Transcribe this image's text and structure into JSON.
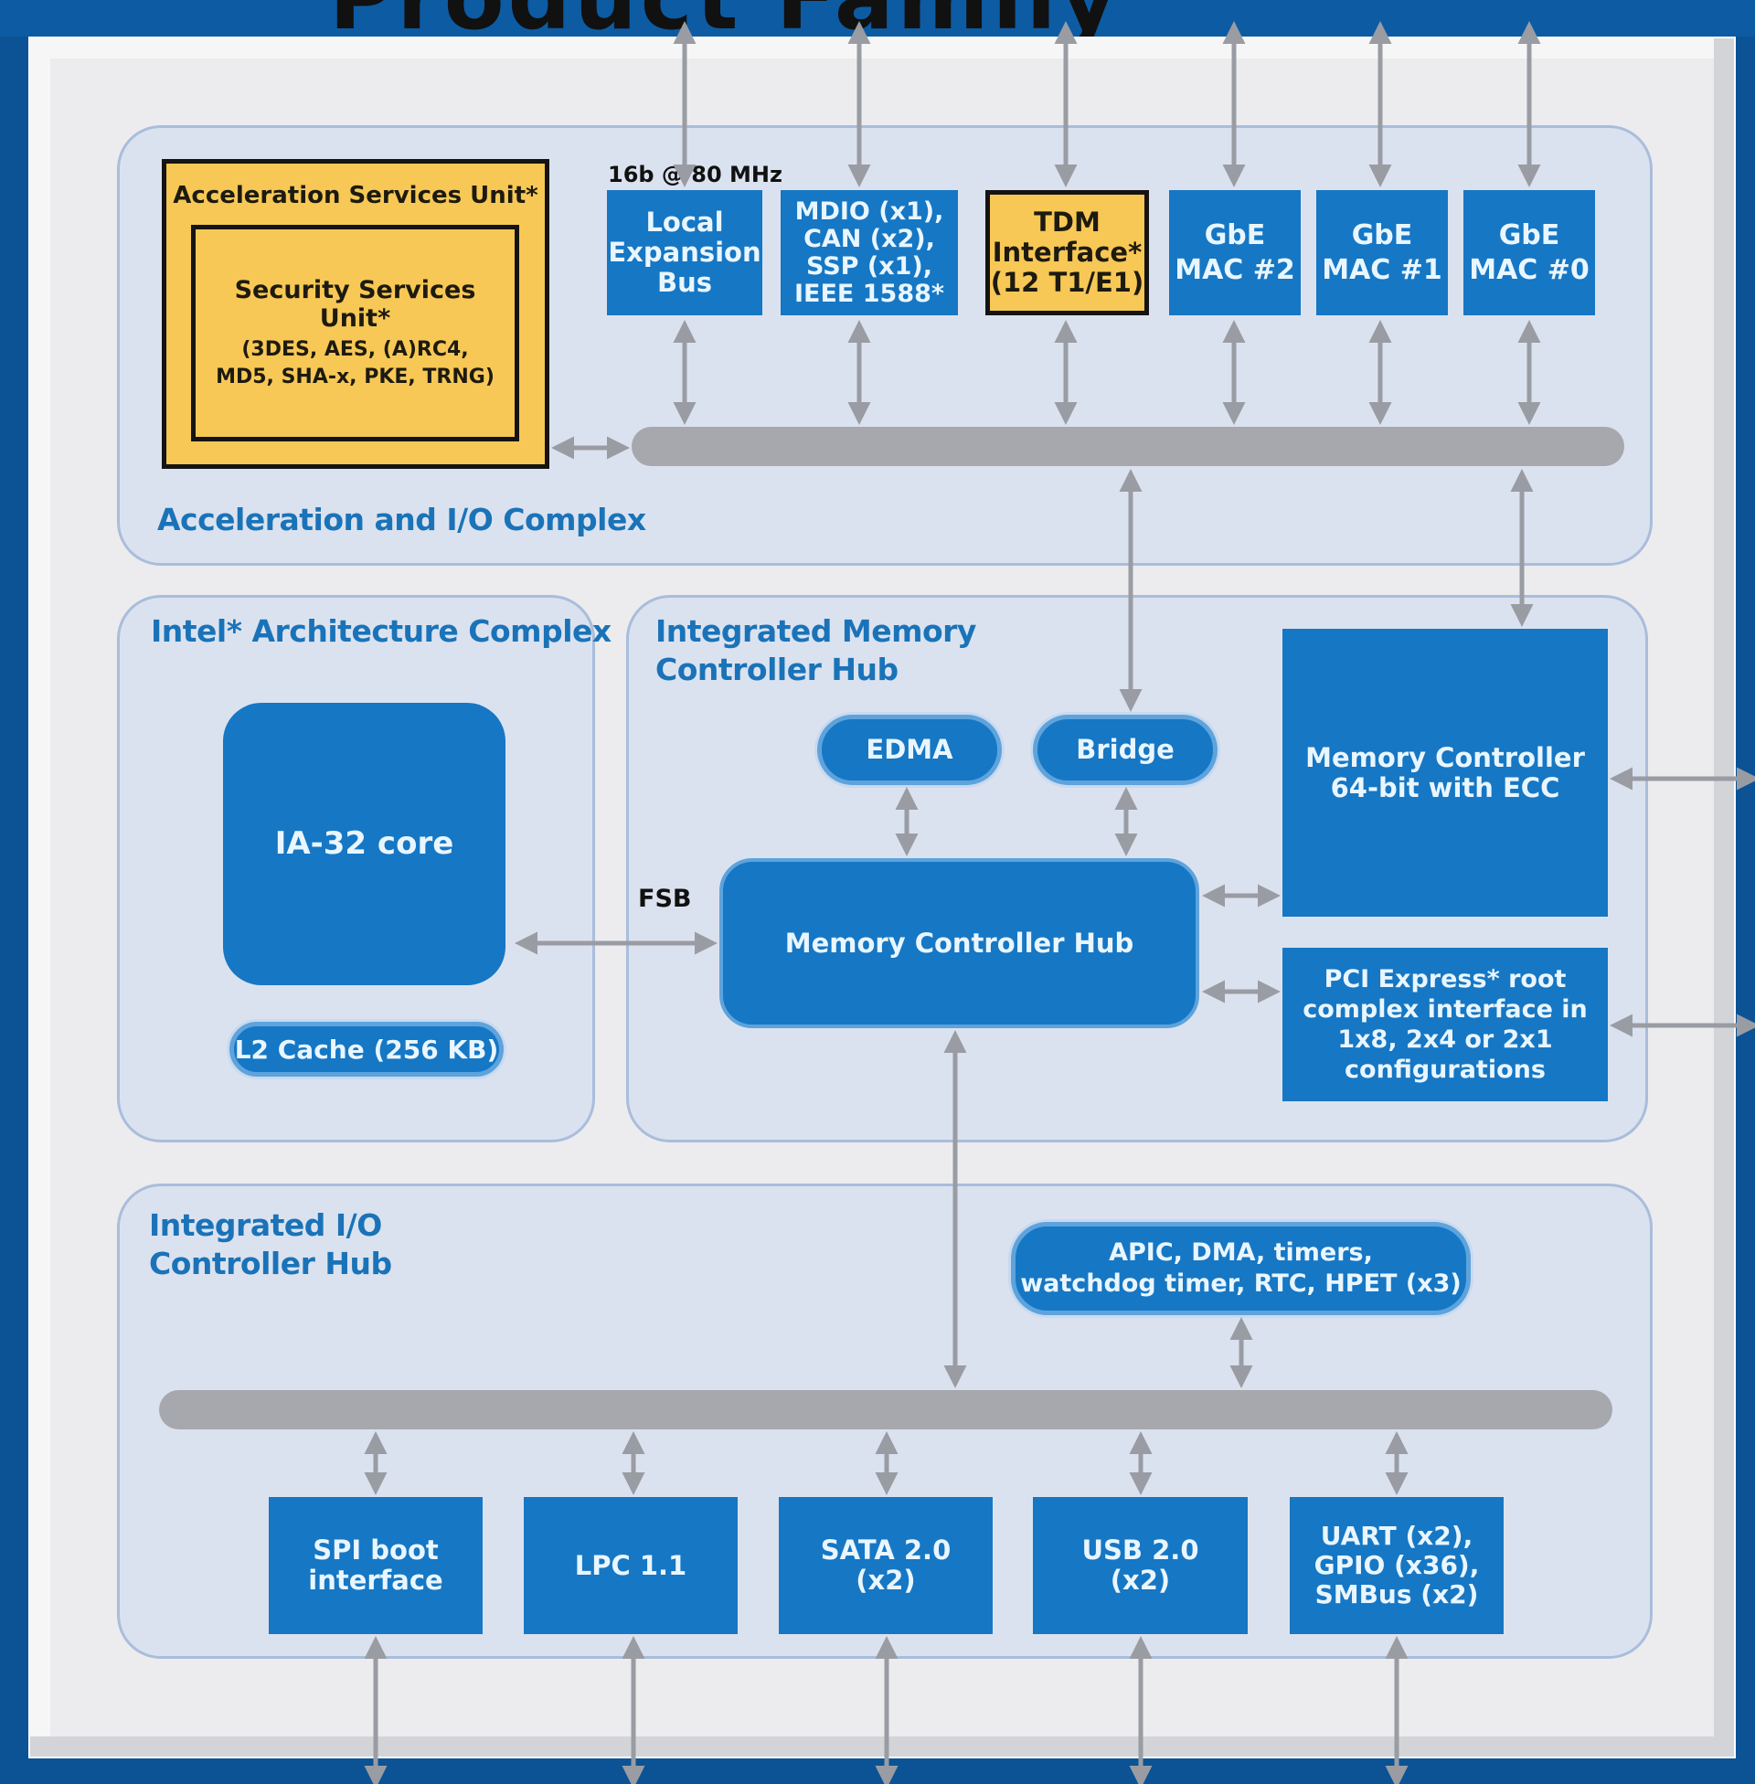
{
  "title": {
    "visible_text": "Product Family"
  },
  "colors": {
    "background": "#0b5394",
    "frame": "#ececee",
    "complex_fill": "#dbe2ef",
    "block": "#1677c4",
    "accent_yellow": "#f7c855",
    "bus": "#a6a8ae",
    "label": "#1a73b8"
  },
  "acceleration_complex": {
    "label": "Acceleration and I/O Complex",
    "asu": {
      "title": "Acceleration Services Unit*",
      "ssu_title": "Security Services Unit*",
      "ssu_detail": "(3DES, AES, (A)RC4,\nMD5, SHA-x, PKE, TRNG)"
    },
    "bus_note": "16b @ 80 MHz",
    "blocks": [
      {
        "label": "Local\nExpansion\nBus"
      },
      {
        "label": "MDIO (x1),\nCAN (x2),\nSSP (x1),\nIEEE 1588*"
      },
      {
        "label": "TDM\nInterface*\n(12 T1/E1)"
      },
      {
        "label": "GbE\nMAC #2"
      },
      {
        "label": "GbE\nMAC #1"
      },
      {
        "label": "GbE\nMAC #0"
      }
    ]
  },
  "ia_complex": {
    "label": "Intel* Architecture Complex",
    "core": "IA-32 core",
    "cache": "L2 Cache (256 KB)"
  },
  "fsb_label": "FSB",
  "imch": {
    "label": "Integrated Memory\nController Hub",
    "edma": "EDMA",
    "bridge": "Bridge",
    "mch": "Memory Controller Hub",
    "mem_ctrl": "Memory Controller\n64-bit with ECC",
    "pcie": "PCI Express* root\ncomplex interface in\n1x8, 2x4 or 2x1\nconfigurations"
  },
  "ioch": {
    "label": "Integrated I/O\nController Hub",
    "apic": "APIC, DMA, timers,\nwatchdog timer, RTC, HPET (x3)",
    "blocks": [
      {
        "label": "SPI boot\ninterface"
      },
      {
        "label": "LPC 1.1"
      },
      {
        "label": "SATA 2.0\n(x2)"
      },
      {
        "label": "USB 2.0\n(x2)"
      },
      {
        "label": "UART (x2),\nGPIO (x36),\nSMBus (x2)"
      }
    ]
  }
}
